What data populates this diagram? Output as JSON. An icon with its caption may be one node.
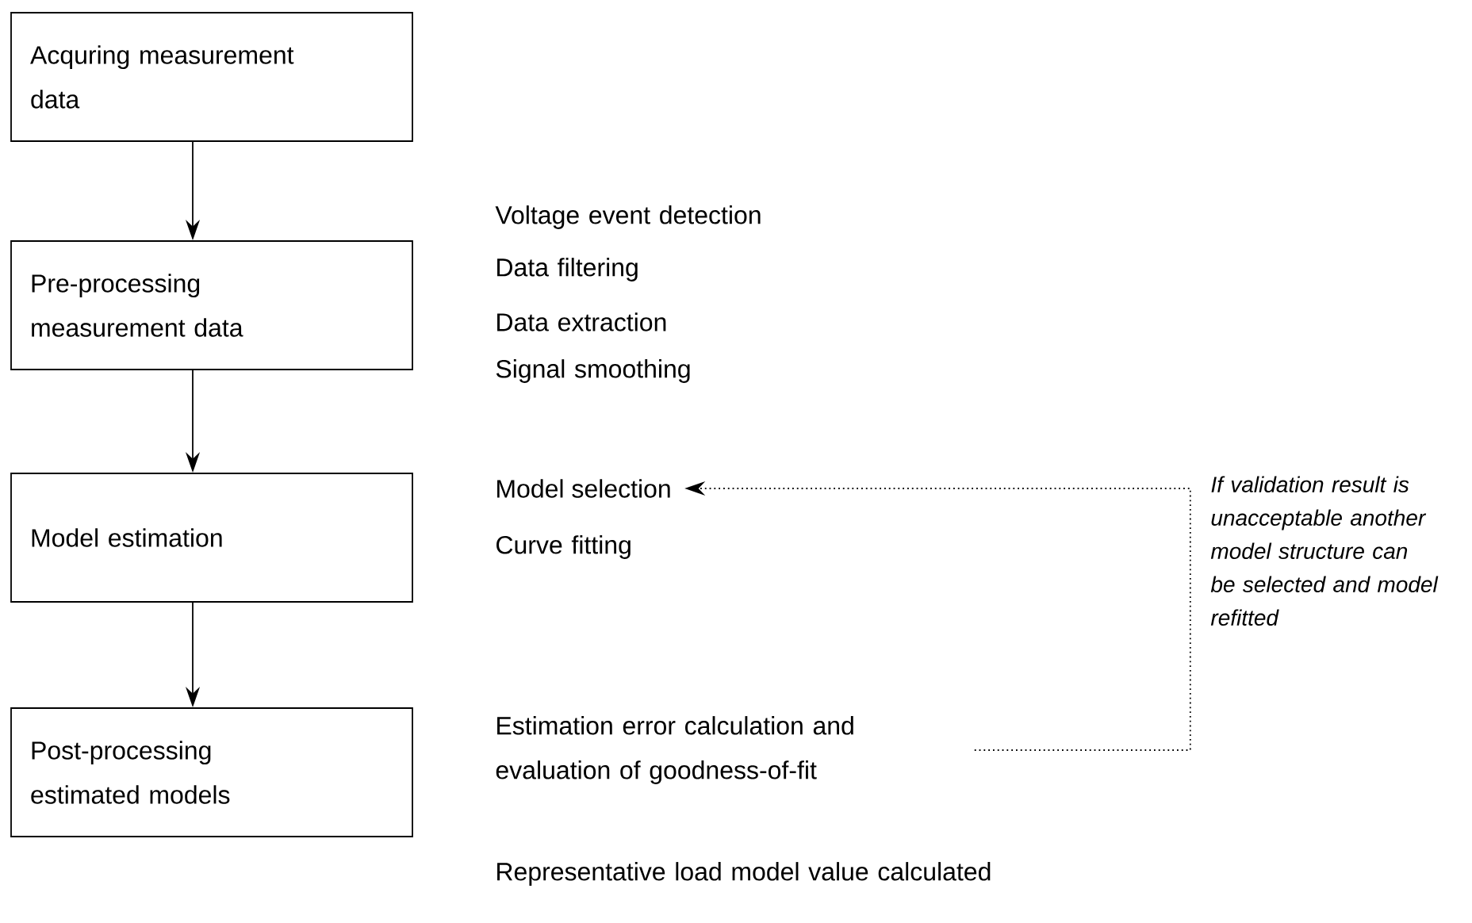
{
  "diagram": {
    "nodes": [
      {
        "text": [
          "Acquring measurement data"
        ]
      },
      {
        "text": [
          "Pre-processing measurement data"
        ]
      },
      {
        "text": [
          "Model estimation"
        ]
      },
      {
        "text": [
          "Post-processing estimated models"
        ]
      },
      {
        "text": [
          "Model selection"
        ]
      },
      {
        "text": [
          "Estimation error calculation and evaluation of goodness-of-fit"
        ]
      }
    ],
    "edges": [
      {
        "from": 0,
        "to": 1,
        "arrow": "to"
      },
      {
        "from": 1,
        "to": 2,
        "arrow": "to"
      },
      {
        "from": 2,
        "to": 3,
        "arrow": "to"
      },
      {
        "from": 5,
        "to": 4,
        "arrow": "to",
        "style": "dashed",
        "label": "*If validation result is unacceptable another model structure can be selected and model refitted*"
      }
    ],
    "labels": [
      "Voltage event detection",
      "Data filtering",
      "Data extraction",
      "Signal smoothing",
      "Curve fitting",
      "Representative load model value calculated"
    ]
  }
}
